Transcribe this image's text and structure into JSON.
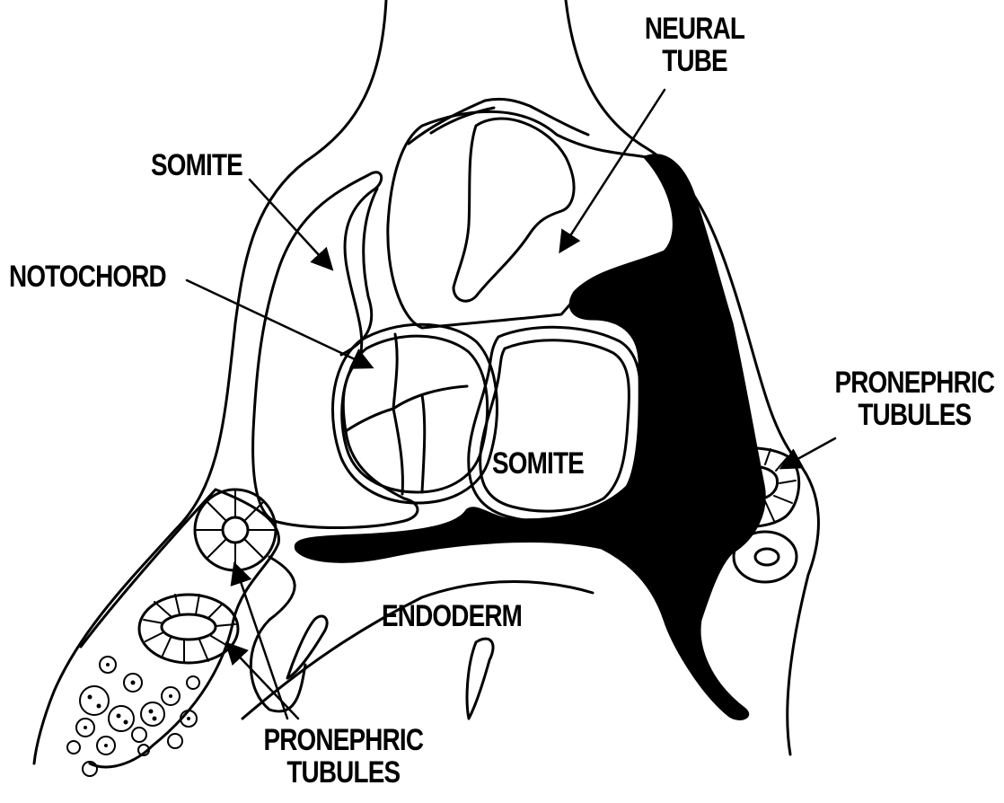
{
  "labels": {
    "neural_tube_line1": "NEURAL",
    "neural_tube_line2": "TUBE",
    "somite_upper": "SOMITE",
    "notochord": "NOTOCHORD",
    "somite_lower": "SOMITE",
    "endoderm": "ENDODERM",
    "pronephric_right_line1": "PRONEPHRIC",
    "pronephric_right_line2": "TUBULES",
    "pronephric_bottom_line1": "PRONEPHRIC",
    "pronephric_bottom_line2": "TUBULES"
  },
  "colors": {
    "ink": "#000000",
    "paper": "#ffffff"
  }
}
